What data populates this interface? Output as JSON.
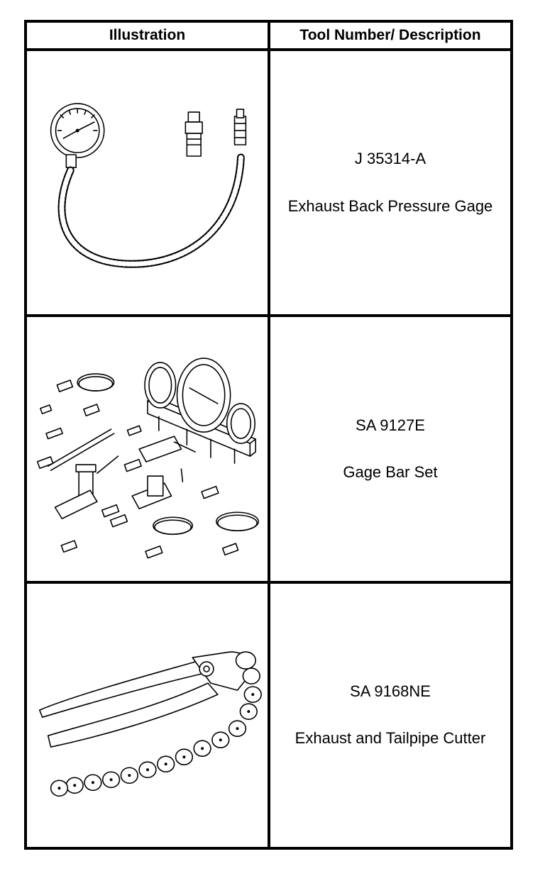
{
  "table": {
    "header_illustration": "Illustration",
    "header_description": "Tool Number/ Description",
    "rows": [
      {
        "tool_number": "J 35314-A",
        "description": "Exhaust Back Pressure Gage",
        "illustration_icon": "back-pressure-gage-icon"
      },
      {
        "tool_number": "SA 9127E",
        "description": "Gage Bar Set",
        "illustration_icon": "gage-bar-set-icon"
      },
      {
        "tool_number": "SA 9168NE",
        "description": "Exhaust and Tailpipe Cutter",
        "illustration_icon": "chain-cutter-icon"
      }
    ]
  }
}
